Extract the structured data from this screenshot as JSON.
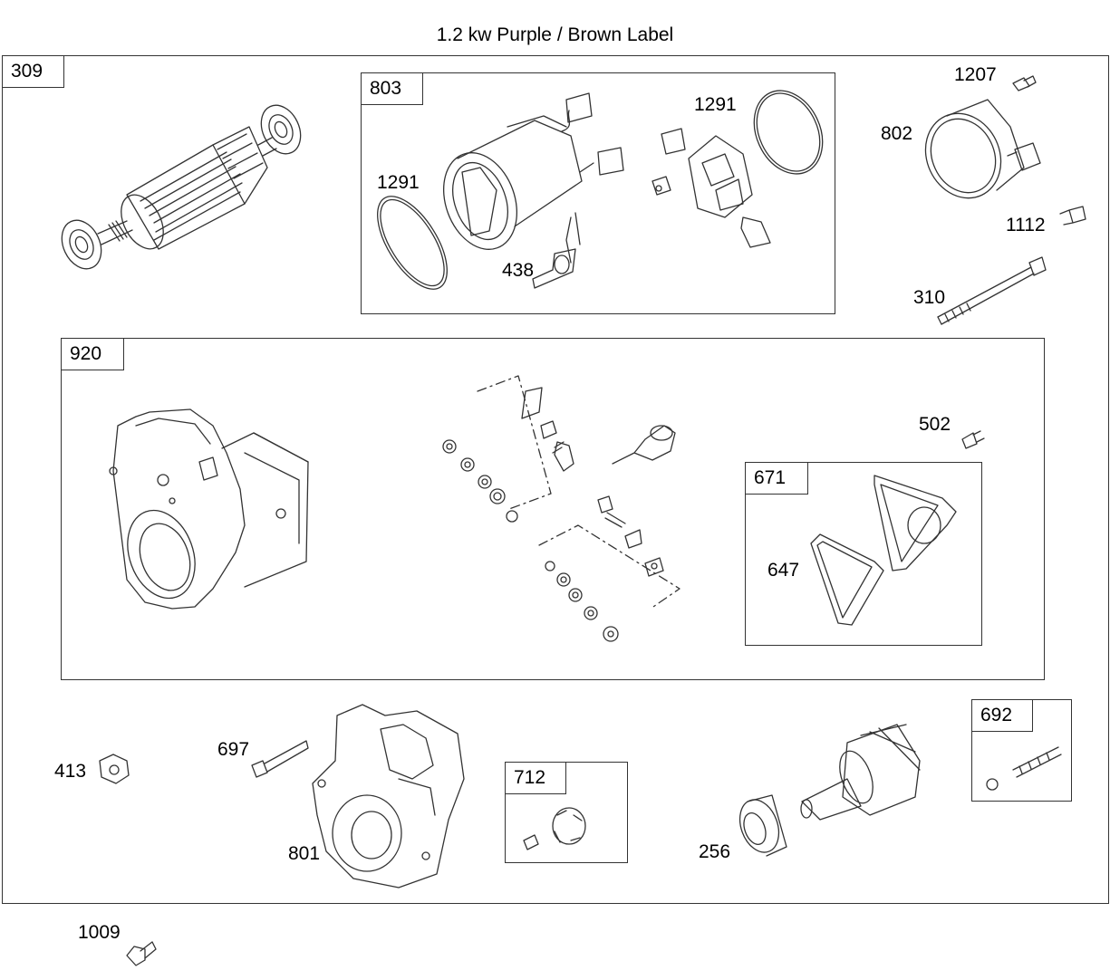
{
  "title": "1.2 kw Purple / Brown Label",
  "boxes": {
    "outer": "309",
    "field_coil_assembly": "803",
    "drive_end_kit": "920",
    "gasket_kit": "671",
    "pinion_kit": "712",
    "spring_kit": "692"
  },
  "parts": {
    "p1207": "1207",
    "p802": "802",
    "p1112": "1112",
    "p310": "310",
    "p1291_left": "1291",
    "p1291_right": "1291",
    "p438": "438",
    "p502": "502",
    "p647": "647",
    "p697": "697",
    "p413": "413",
    "p801": "801",
    "p256": "256",
    "p1009": "1009"
  },
  "colors": {
    "line": "#333333",
    "background": "#ffffff"
  }
}
